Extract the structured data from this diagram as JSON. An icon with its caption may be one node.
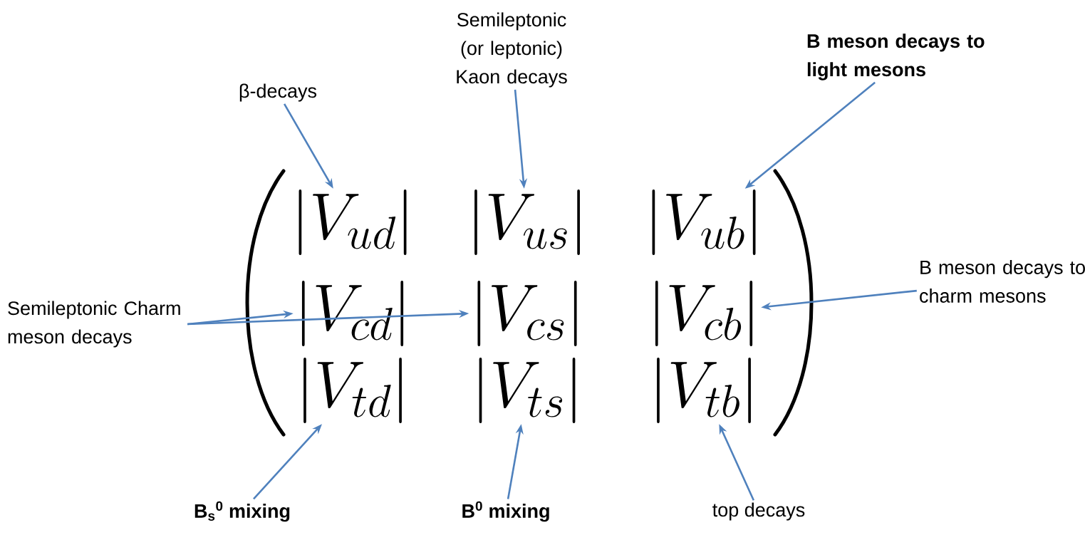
{
  "diagram": {
    "nodes": [
      {
        "text": [
          "β-decays"
        ]
      },
      {
        "text": [
          "Semileptonic (or leptonic) Kaon decays"
        ]
      },
      {
        "text": [
          "B meson decays to light mesons"
        ]
      },
      {
        "text": [
          "Semileptonic Charm meson decays"
        ]
      },
      {
        "text": [
          "B meson decays to charm mesons"
        ]
      },
      {
        "text": [
          "B$_{s}$$^{0}$ mixing"
        ]
      },
      {
        "text": [
          "B$^{0}$ mixing"
        ]
      },
      {
        "text": [
          "top decays"
        ]
      },
      {
        "text": [
          "|V_{ud}|"
        ]
      },
      {
        "text": [
          "|V_{us}|"
        ]
      },
      {
        "text": [
          "|V_{ub}|"
        ]
      },
      {
        "text": [
          "|V_{cd}|"
        ]
      },
      {
        "text": [
          "|V_{cs}|"
        ]
      },
      {
        "text": [
          "|V_{cb}|"
        ]
      },
      {
        "text": [
          "|V_{td}|"
        ]
      },
      {
        "text": [
          "|V_{ts}|"
        ]
      },
      {
        "text": [
          "|V_{tb}|"
        ]
      }
    ],
    "edges": [
      {
        "from": 0,
        "to": 8,
        "arrow": "to"
      },
      {
        "from": 1,
        "to": 9,
        "arrow": "to"
      },
      {
        "from": 2,
        "to": 10,
        "arrow": "to"
      },
      {
        "from": 3,
        "to": 11,
        "arrow": "to"
      },
      {
        "from": 3,
        "to": 12,
        "arrow": "to"
      },
      {
        "from": 4,
        "to": 13,
        "arrow": "to"
      },
      {
        "from": 5,
        "to": 14,
        "arrow": "to"
      },
      {
        "from": 6,
        "to": 15,
        "arrow": "to"
      },
      {
        "from": 7,
        "to": 16,
        "arrow": "to"
      }
    ]
  }
}
